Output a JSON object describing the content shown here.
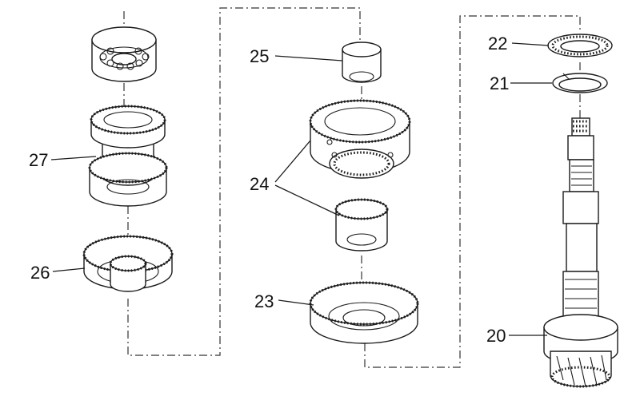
{
  "labels": {
    "p20": "20",
    "p21": "21",
    "p22": "22",
    "p23": "23",
    "p24": "24",
    "p25": "25",
    "p26": "26",
    "p27": "27"
  },
  "colors": {
    "line": "#1a1a1a",
    "background": "#ffffff"
  }
}
